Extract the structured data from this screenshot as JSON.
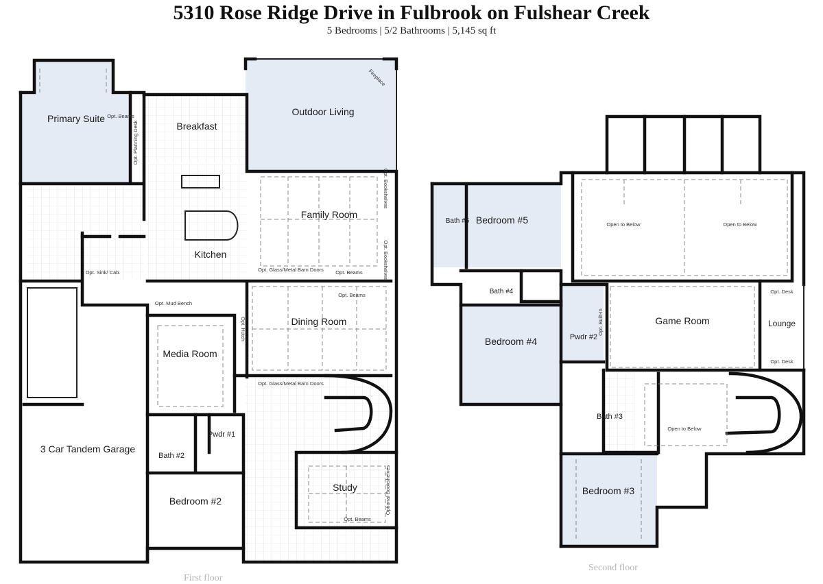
{
  "header": {
    "title": "5310 Rose Ridge Drive in Fulbrook on Fulshear Creek",
    "subtitle": "5 Bedrooms | 5/2 Bathrooms | 5,145 sq ft"
  },
  "first_floor": {
    "caption": "First floor",
    "rooms": {
      "primary_suite": "Primary Suite",
      "breakfast": "Breakfast",
      "outdoor_living": "Outdoor Living",
      "family_room": "Family Room",
      "kitchen": "Kitchen",
      "dining_room": "Dining Room",
      "media_room": "Media Room",
      "garage": "3 Car Tandem Garage",
      "powder_1": "Pwdr #1",
      "bath_2": "Bath #2",
      "bedroom_2": "Bedroom #2",
      "study": "Study"
    },
    "notes": {
      "opt_beams_primary": "Opt. Beams",
      "planning_desk": "Opt. Planning Desk",
      "fireplace": "Fireplace",
      "opt_bookshelves_top": "Opt. Bookshelves",
      "opt_bookshelves_bottom": "Opt. Bookshelves",
      "glass_doors_family": "Opt. Glass/Metal Barn Doors",
      "opt_beams_family": "Opt. Beams",
      "opt_beams_dining": "Opt. Beams",
      "sink_cab": "Opt. Sink/ Cab.",
      "mud_bench": "Opt. Mud Bench",
      "opt_hutch": "Opt. Hutch",
      "glass_doors_foyer": "Opt. Glass/Metal Barn Doors",
      "optional_bookshelves": "Optional Bookshelves",
      "opt_beams_study": "Opt. Beams"
    }
  },
  "second_floor": {
    "caption": "Second floor",
    "rooms": {
      "bath_5": "Bath #5",
      "bedroom_5": "Bedroom #5",
      "bath_4": "Bath #4",
      "bedroom_4": "Bedroom #4",
      "powder_2": "Pwdr #2",
      "game_room": "Game Room",
      "lounge": "Lounge",
      "bath_3": "Bath #3",
      "bedroom_3": "Bedroom #3"
    },
    "notes": {
      "open_below_left": "Open to Below",
      "open_below_right": "Open to Below",
      "open_below_stair": "Open to Below",
      "opt_desk_top": "Opt. Desk",
      "opt_desk_bottom": "Opt. Desk",
      "opt_built_in": "Opt. Built-In"
    }
  },
  "colors": {
    "room_shade": "#e4ebf4",
    "wall": "#111111",
    "caption_gray": "#b5b5b5"
  }
}
